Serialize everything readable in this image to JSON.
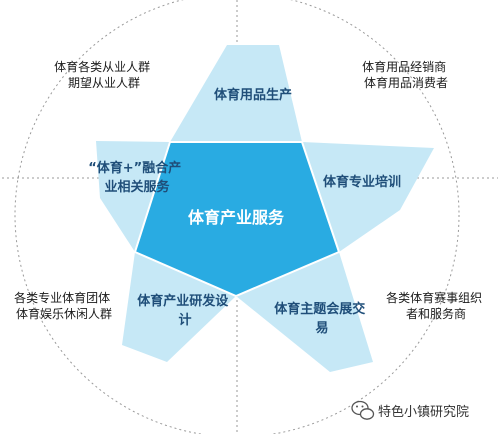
{
  "center": {
    "label": "体育产业服务"
  },
  "segments": [
    {
      "key": "top",
      "lines": [
        "体育用品生产"
      ]
    },
    {
      "key": "right",
      "lines": [
        "体育专业培训"
      ]
    },
    {
      "key": "bottom_right",
      "lines": [
        "体育主题会展交",
        "易"
      ]
    },
    {
      "key": "bottom_left",
      "lines": [
        "体育产业研发设",
        "计"
      ]
    },
    {
      "key": "left",
      "lines": [
        "“体育+”融合产",
        "业相关服务"
      ]
    }
  ],
  "outer_labels": {
    "top_left": [
      "体育各类从业人群",
      "期望从业人群"
    ],
    "top_right": [
      "体育用品经销商",
      "体育用品消费者"
    ],
    "bottom_left": [
      "各类专业体育团体",
      "体育娱乐休闲人群"
    ],
    "bottom_right": [
      "各类体育赛事组织",
      "者和服务商"
    ]
  },
  "watermark": {
    "text": "特色小镇研究院"
  },
  "colors": {
    "center_fill": "#29abe2",
    "petal_fill": "#c6e8f6",
    "label_color": "#1f4e79",
    "circle_stroke": "#9a9a9a"
  }
}
